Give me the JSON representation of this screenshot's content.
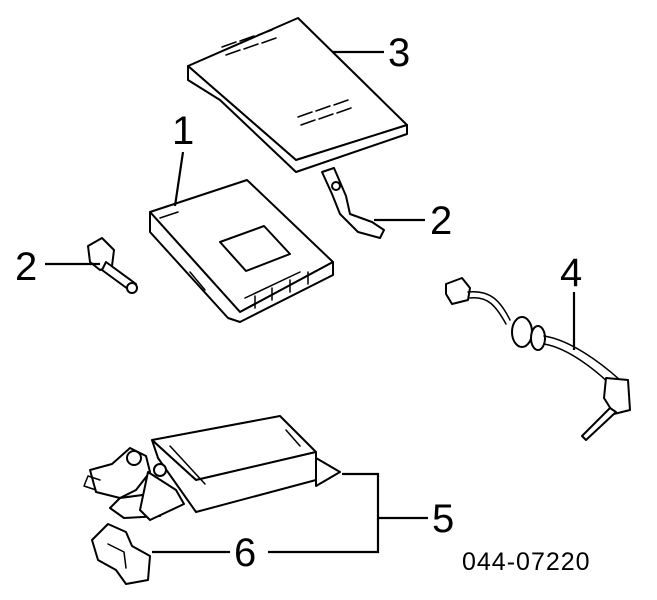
{
  "callouts": {
    "c1": "1",
    "c2a": "2",
    "c2b": "2",
    "c3": "3",
    "c4": "4",
    "c5": "5",
    "c6": "6"
  },
  "diagram_code": "044-07220",
  "colors": {
    "line": "#000000",
    "background": "#ffffff"
  }
}
